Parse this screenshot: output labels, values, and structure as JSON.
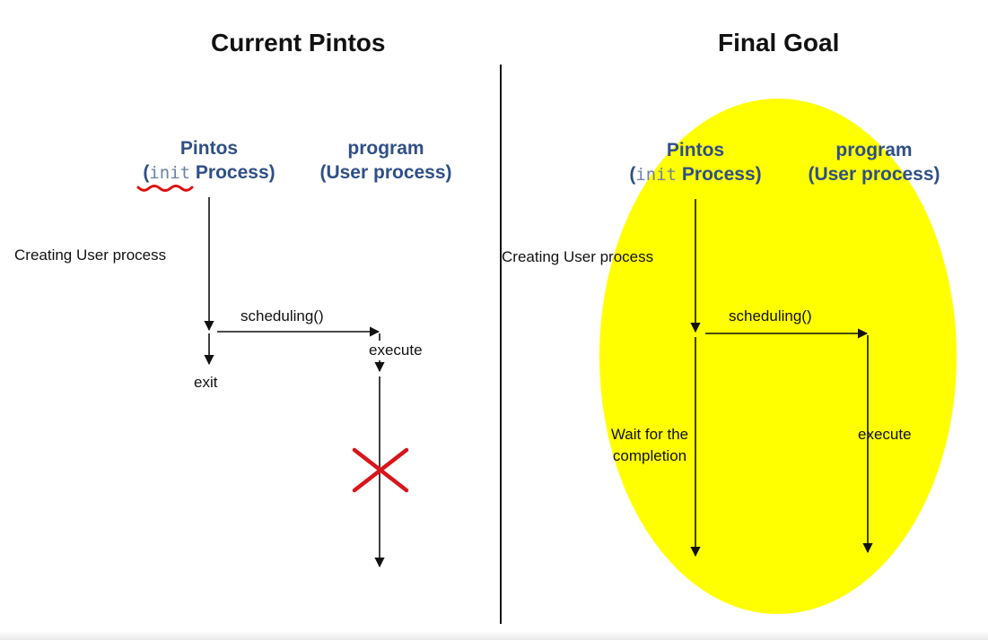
{
  "left_panel": {
    "title": "Current Pintos",
    "init_actor": {
      "line1": "Pintos",
      "open_paren": "(",
      "mono_word": "init",
      "rest": " Process)"
    },
    "user_actor": {
      "line1": "program",
      "line2": "(User process)"
    },
    "label_creating": "Creating User process",
    "label_scheduling": "scheduling()",
    "label_execute": "execute",
    "label_exit": "exit"
  },
  "right_panel": {
    "title": "Final Goal",
    "init_actor": {
      "line1": "Pintos",
      "open_paren": "(",
      "mono_word": "init",
      "rest": " Process)"
    },
    "user_actor": {
      "line1": "program",
      "line2": "(User process)"
    },
    "label_creating": "Creating User process",
    "label_scheduling": "scheduling()",
    "label_wait": "Wait for the completion",
    "label_execute": "execute"
  },
  "colors": {
    "highlight": "#ffff00",
    "actor_text": "#2f4f86",
    "cross": "#d9141b",
    "annotation_underline": "#e01010"
  },
  "icons": {
    "failure_mark": "cross-icon",
    "annotation": "red-squiggle-underline"
  }
}
